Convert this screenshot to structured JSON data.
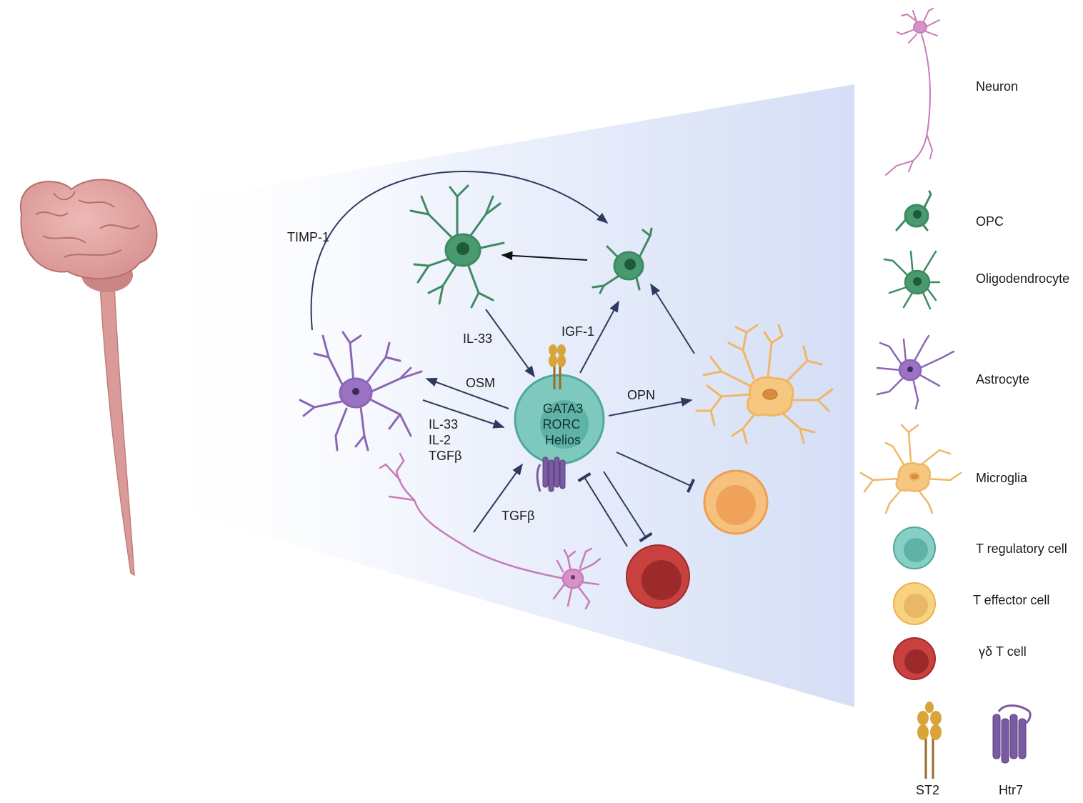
{
  "labels": {
    "timp1": "TIMP-1",
    "il33_top": "IL-33",
    "igf1": "IGF-1",
    "osm": "OSM",
    "opn": "OPN",
    "il33_astro": "IL-33",
    "il2": "IL-2",
    "tgfb_astro": "TGFβ",
    "tgfb_neuron": "TGFβ"
  },
  "treg_markers": [
    "GATA3",
    "RORC",
    "Helios"
  ],
  "legend": {
    "neuron": "Neuron",
    "opc": "OPC",
    "oligodendrocyte": "Oligodendrocyte",
    "astrocyte": "Astrocyte",
    "microglia": "Microglia",
    "treg": "T regulatory cell",
    "teff": "T effector cell",
    "gdt": "γδ T cell",
    "st2": "ST2",
    "htr7": "Htr7"
  },
  "colors": {
    "neuron": "#c77bb8",
    "oligo": "#3d8a63",
    "astrocyte": "#8b66b5",
    "microglia": "#f0b666",
    "treg": "#86cfc5",
    "teff": "#f4b971",
    "gdt": "#b73b3b",
    "st2": "#d9a43a",
    "htr7": "#7a5aa0",
    "arrow": "#2e3a5c",
    "brain": "#e0a3a3"
  }
}
